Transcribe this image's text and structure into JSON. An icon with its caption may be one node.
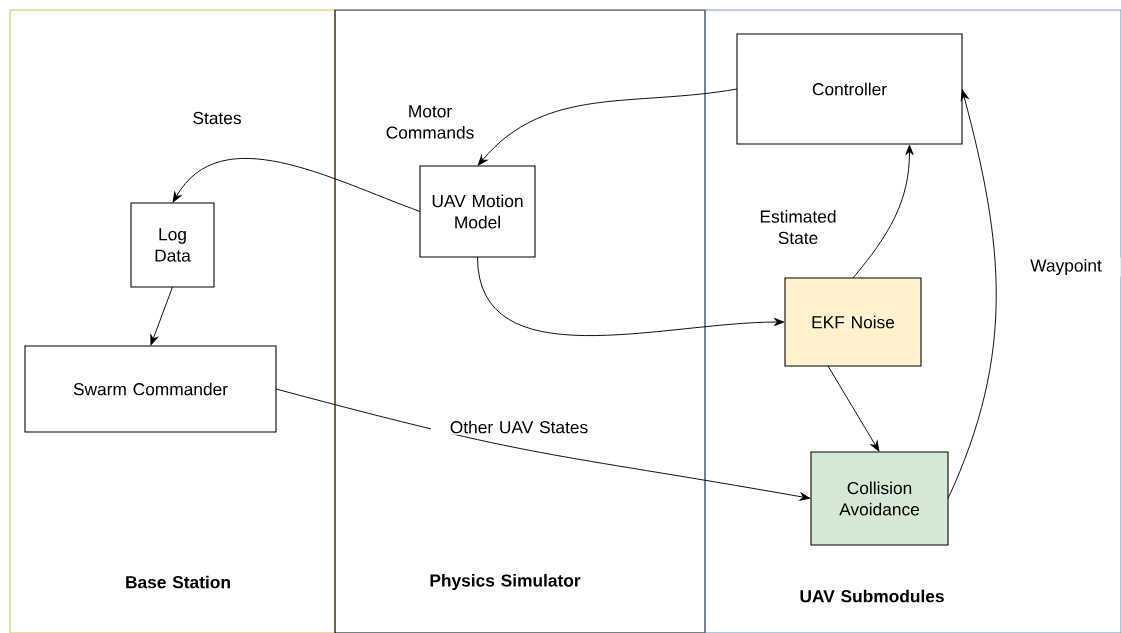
{
  "diagram": {
    "nodes": [
      {
        "text": [
          "Base Station"
        ]
      },
      {
        "text": [
          "Physics Simulator"
        ]
      },
      {
        "text": [
          "UAV Submodules"
        ]
      },
      {
        "text": [
          "Controller"
        ],
        "in": 2
      },
      {
        "text": [
          "UAV Motion Model"
        ],
        "in": 1
      },
      {
        "text": [
          "Log Data"
        ],
        "in": 0
      },
      {
        "text": [
          "Swarm Commander"
        ],
        "in": 0
      },
      {
        "text": [
          "EKF Noise"
        ],
        "in": 2
      },
      {
        "text": [
          "Collision Avoidance"
        ],
        "in": 2
      }
    ],
    "edges": [
      {
        "from": 3,
        "to": 4,
        "arrow": "to",
        "label": "Motor Commands"
      },
      {
        "from": 4,
        "to": 5,
        "arrow": "to",
        "label": "States"
      },
      {
        "from": 5,
        "to": 6,
        "arrow": "to"
      },
      {
        "from": 4,
        "to": 7,
        "arrow": "to"
      },
      {
        "from": 7,
        "to": 3,
        "arrow": "to",
        "label": "Estimated State"
      },
      {
        "from": 7,
        "to": 8,
        "arrow": "to"
      },
      {
        "from": 6,
        "to": 8,
        "arrow": "to",
        "label": "Other UAV States"
      },
      {
        "from": 8,
        "to": 3,
        "arrow": "to",
        "label": "Waypoint"
      }
    ]
  }
}
